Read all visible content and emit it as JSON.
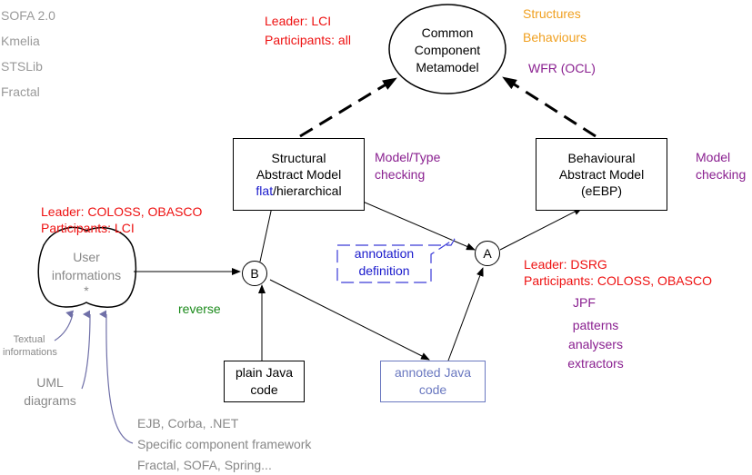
{
  "sidebar_left": [
    "SOFA 2.0",
    "Kmelia",
    "STSLib",
    "Fractal"
  ],
  "top_leader": {
    "leader": "Leader: LCI",
    "participants": "Participants: all"
  },
  "metamodel": {
    "line1": "Common",
    "line2": "Component",
    "line3": "Metamodel"
  },
  "right_top": {
    "structures": "Structures",
    "behaviours": "Behaviours",
    "wfr": "WFR (OCL)"
  },
  "structural_model": {
    "line1": "Structural",
    "line2": "Abstract Model",
    "flat": "flat",
    "rest": "/hierarchical"
  },
  "model_type_checking": {
    "line1": "Model/Type",
    "line2": "checking"
  },
  "behavioural_model": {
    "line1": "Behavioural",
    "line2": "Abstract Model",
    "line3": "(eEBP)"
  },
  "model_checking": {
    "line1": "Model",
    "line2": "checking"
  },
  "coloss_leader": {
    "leader": "Leader: COLOSS, OBASCO",
    "participants": "Participants: LCI"
  },
  "user_info": {
    "line1": "User",
    "line2": "informations",
    "line3": "*"
  },
  "node_b": "B",
  "node_a": "A",
  "annotation": {
    "line1": "annotation",
    "line2": "definition"
  },
  "dsrg_leader": {
    "leader": "Leader: DSRG",
    "participants": "Participants: COLOSS, OBASCO"
  },
  "jpf": "JPF",
  "tools": [
    "patterns",
    "analysers",
    "extractors"
  ],
  "reverse": "reverse",
  "textual": {
    "line1": "Textual",
    "line2": "informations"
  },
  "uml": {
    "line1": "UML",
    "line2": "diagrams"
  },
  "plain_java": {
    "line1": "plain Java",
    "line2": "code"
  },
  "annoted_java": {
    "line1": "annoted Java",
    "line2": "code"
  },
  "frameworks": [
    "EJB, Corba, .NET",
    "Specific component framework",
    "Fractal, SOFA, Spring..."
  ]
}
